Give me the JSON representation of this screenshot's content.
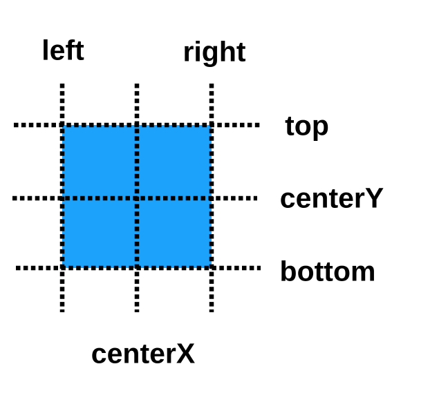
{
  "diagram": {
    "square_color": "#1DA2FB",
    "line_color": "#000000",
    "text_color": "#000000",
    "labels": {
      "left": "left",
      "right": "right",
      "top": "top",
      "center_y": "centerY",
      "bottom": "bottom",
      "center_x": "centerX"
    }
  }
}
